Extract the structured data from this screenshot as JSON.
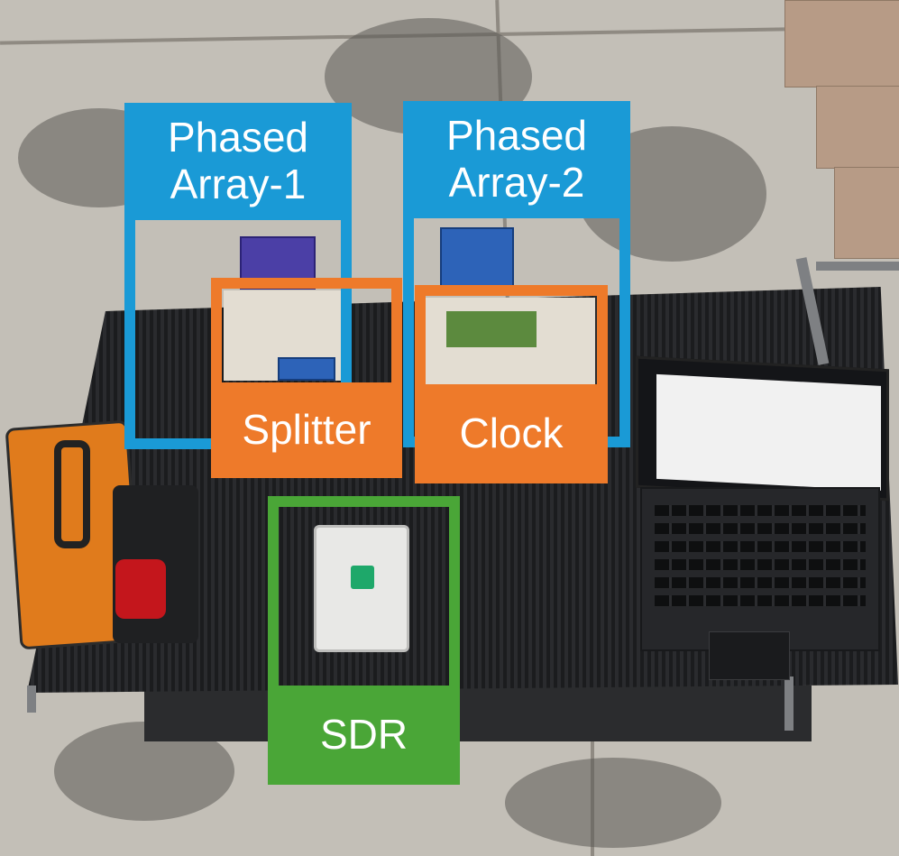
{
  "annotations": {
    "phased_array_1": {
      "label": "Phased\nArray-1",
      "color": "#1a9ad6"
    },
    "phased_array_2": {
      "label": "Phased\nArray-2",
      "color": "#1a9ad6"
    },
    "splitter": {
      "label": "Splitter",
      "color": "#ee7a2a"
    },
    "clock": {
      "label": "Clock",
      "color": "#ee7a2a"
    },
    "sdr": {
      "label": "SDR",
      "color": "#4aa637"
    }
  }
}
